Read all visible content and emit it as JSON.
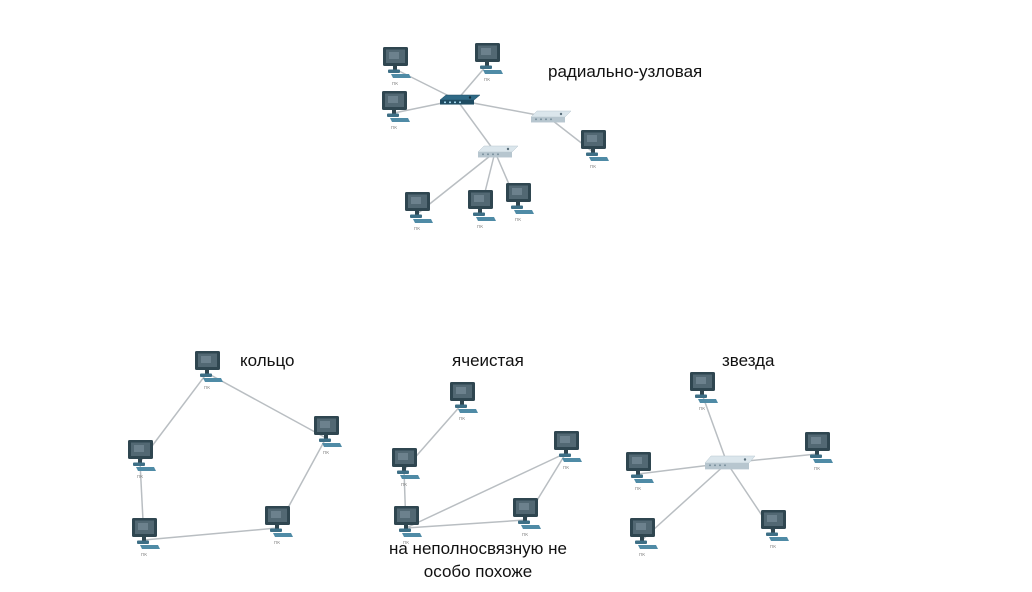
{
  "captions": {
    "hub": "радиально-узловая",
    "ring": "кольцо",
    "mesh": "ячеистая",
    "star": "звезда",
    "mesh_note_line1": "на неполносвязную не",
    "mesh_note_line2": "особо похоже"
  },
  "node_label": "пк",
  "icons": {
    "pc": "desktop-computer-icon",
    "switch_dark": "network-switch-icon",
    "switch_light": "network-hub-icon"
  },
  "colors": {
    "screen_frame": "#2f4650",
    "screen_glow": "#6f8590",
    "base": "#3d6f86",
    "keyboard": "#4f8ba6",
    "link": "#b9bec2",
    "switch_dark": "#2f6a86",
    "switch_light": "#dbe6ec"
  }
}
